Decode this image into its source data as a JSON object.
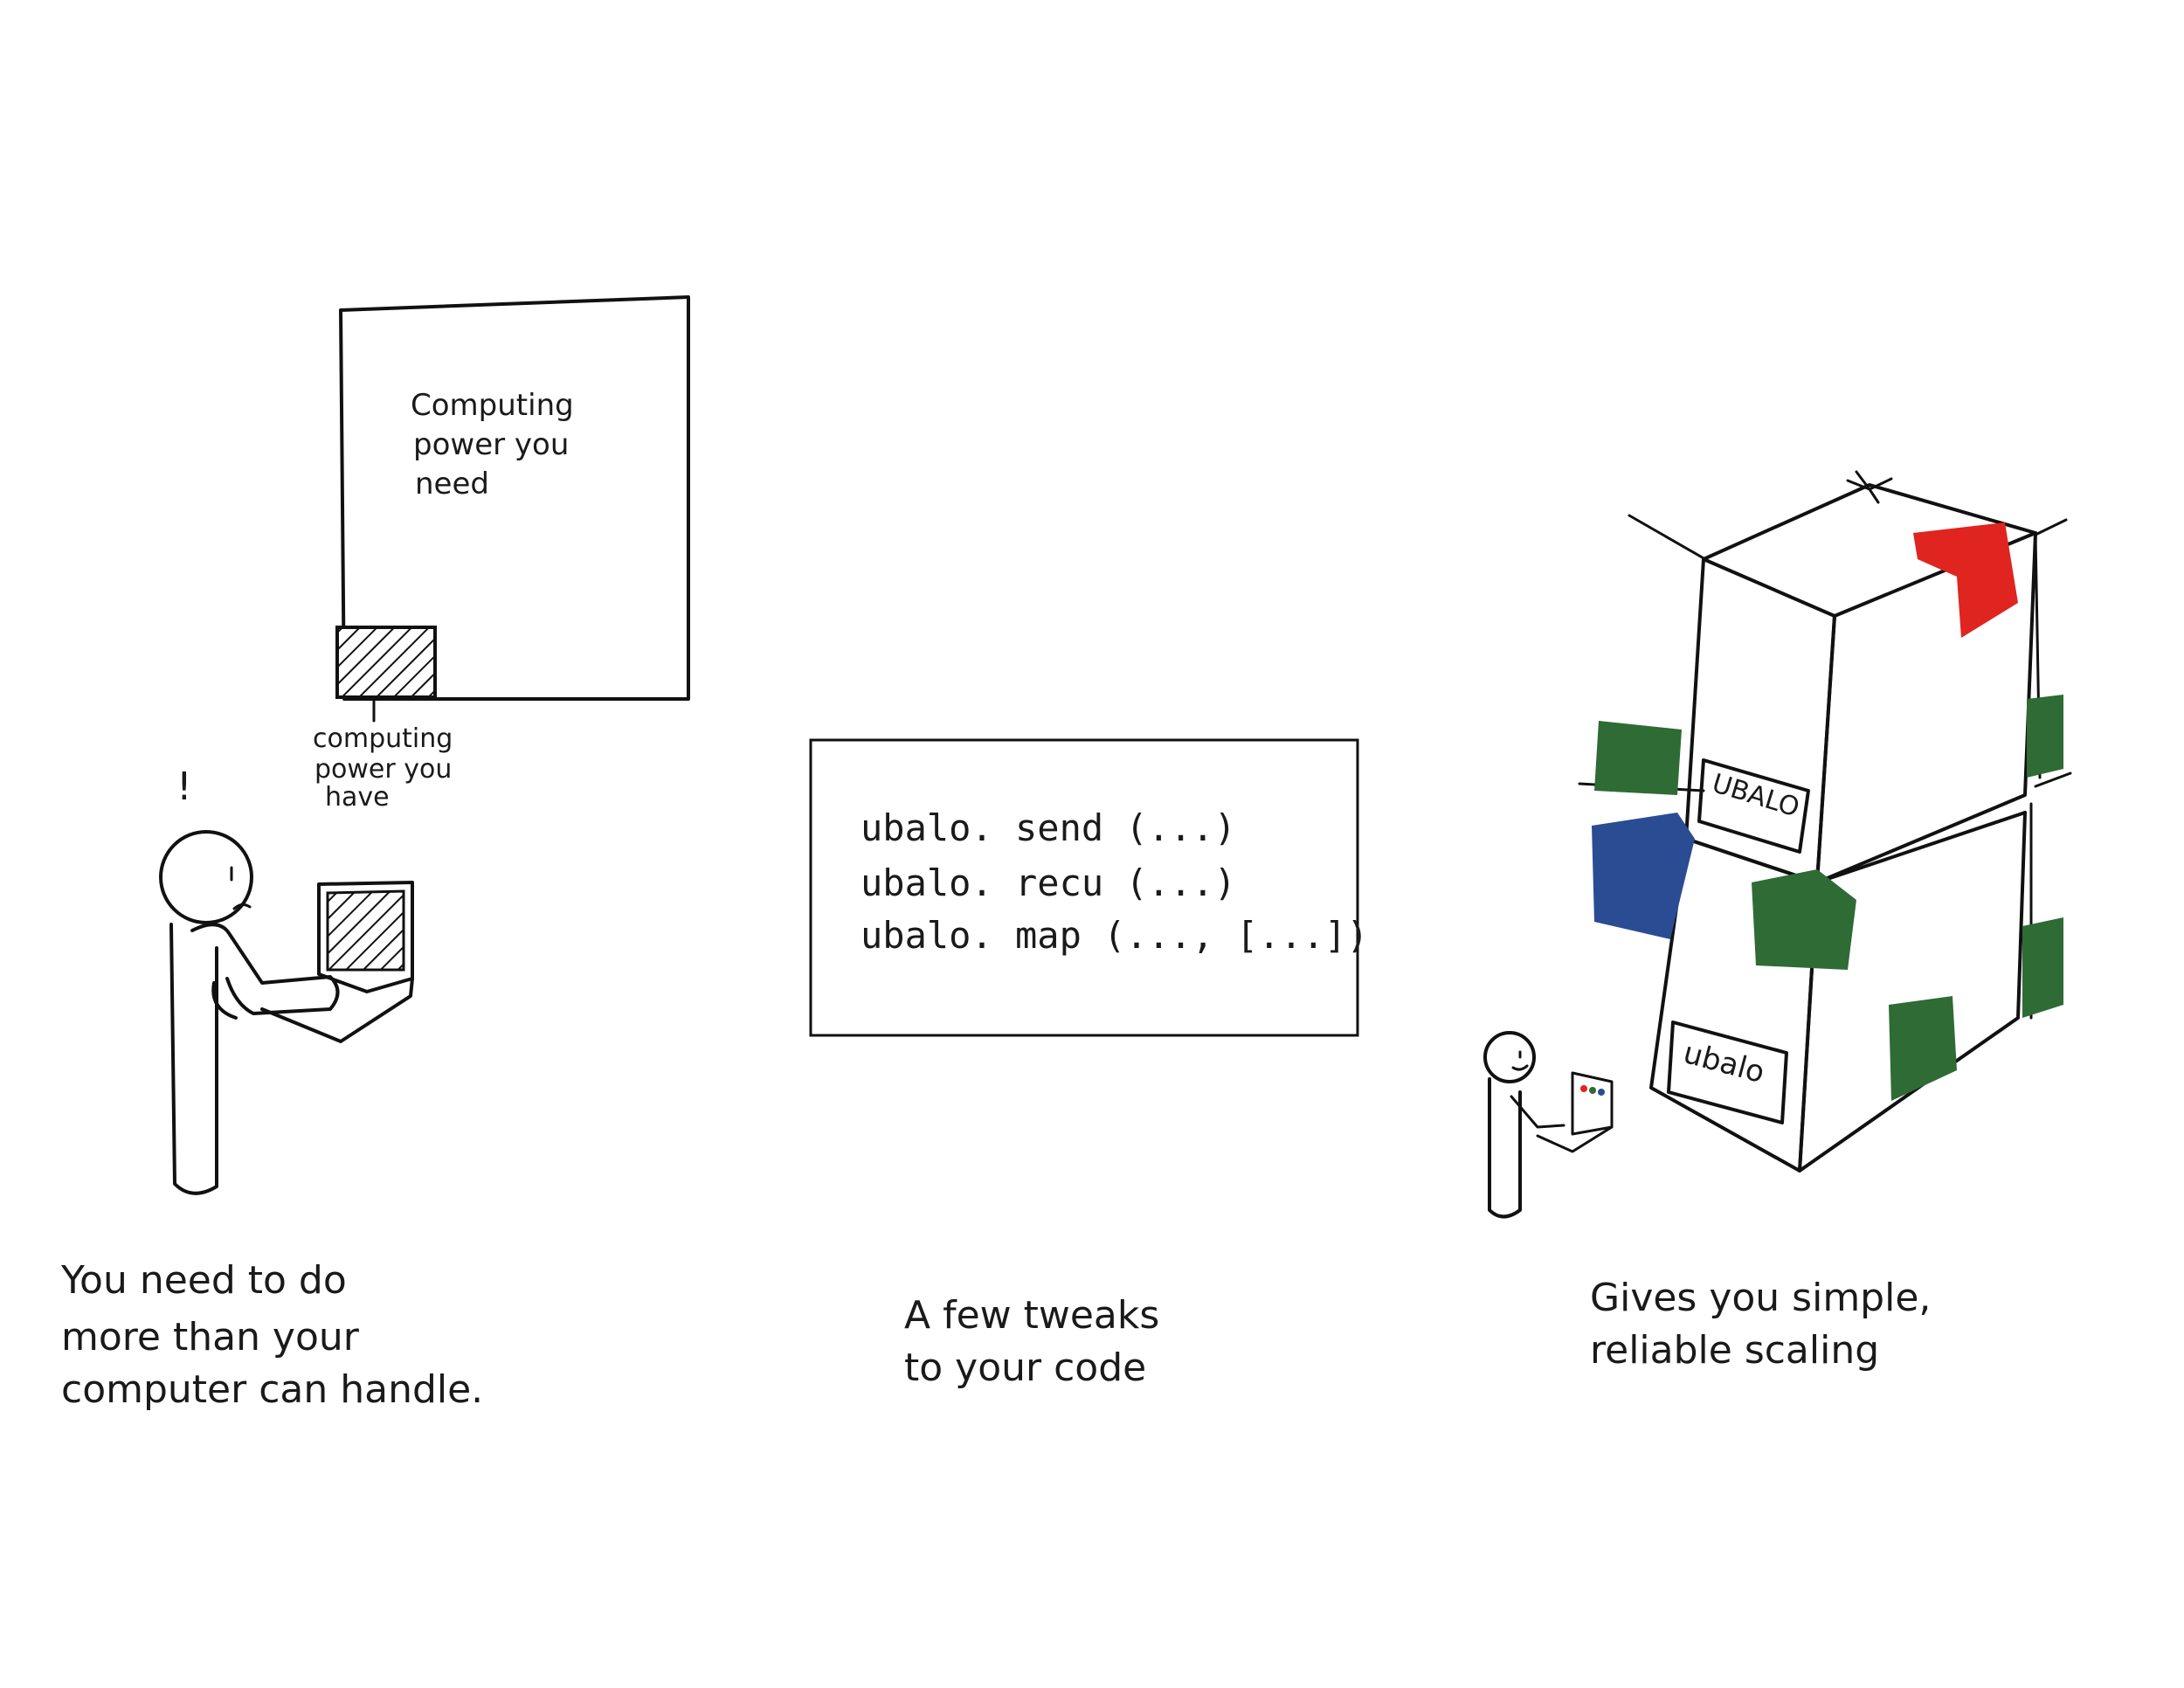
{
  "panel_left": {
    "box_label_lines": [
      "Computing",
      "power you",
      "need"
    ],
    "small_box_label_lines": [
      "computing",
      "power you",
      "have"
    ],
    "exclamation": "!",
    "caption_lines": [
      "You need to do",
      "more than your",
      "computer can handle."
    ]
  },
  "panel_middle": {
    "code_lines": [
      "ubalo. send  (...)",
      "ubalo. recu  (...)",
      "ubalo. map  (..., [...])"
    ],
    "caption_lines": [
      "A few tweaks",
      "to your code"
    ]
  },
  "panel_right": {
    "box_labels": [
      "UBALO",
      "ubalo"
    ],
    "caption_lines": [
      "Gives you simple,",
      "reliable scaling"
    ]
  },
  "colors": {
    "ink": "#111111",
    "red": "#e0241f",
    "green": "#2f6b35",
    "blue": "#2a4c93"
  }
}
